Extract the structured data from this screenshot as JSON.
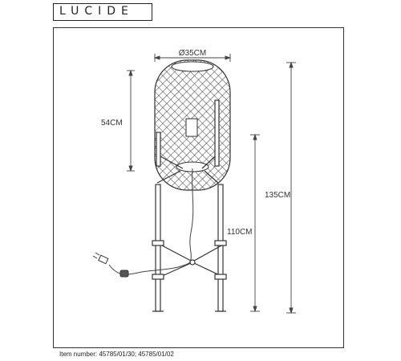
{
  "brand": {
    "logo_text": "LUCIDE"
  },
  "dimensions": {
    "diameter": "Ø35CM",
    "shade_height": "54CM",
    "total_height": "135CM",
    "base_height": "110CM"
  },
  "footer": {
    "item_number": "Item number: 45785/01/30; 45785/01/02"
  }
}
